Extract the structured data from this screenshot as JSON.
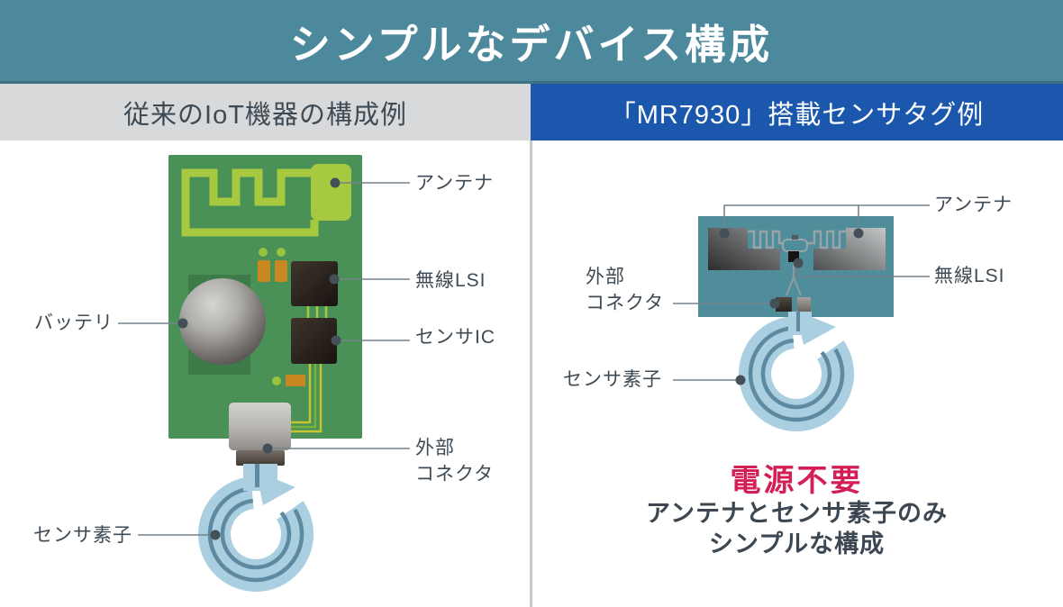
{
  "banner": {
    "title": "シンプルなデバイス構成"
  },
  "panels": {
    "left": {
      "header": "従来のIoT機器の構成例",
      "labels": {
        "antenna": "アンテナ",
        "wireless_lsi": "無線LSI",
        "sensor_ic": "センサIC",
        "battery": "バッテリ",
        "external_connector_1": "外部",
        "external_connector_2": "コネクタ",
        "sensor_element": "センサ素子"
      }
    },
    "right": {
      "header": "「MR7930」搭載センサタグ例",
      "labels": {
        "antenna": "アンテナ",
        "wireless_lsi": "無線LSI",
        "external_connector_1": "外部",
        "external_connector_2": "コネクタ",
        "sensor_element": "センサ素子"
      },
      "highlight": "電源不要",
      "caption_1": "アンテナとセンサ素子のみ",
      "caption_2": "シンプルな構成"
    }
  },
  "colors": {
    "banner_bg": "#4d899c",
    "header_left_bg": "#d8d9da",
    "header_right_bg": "#1b57ad",
    "highlight_text": "#d41f56",
    "label_text": "#3e4a54",
    "pcb_green": "#4a9158",
    "antenna_trace": "#a6c93f",
    "tag_teal": "#4f8d9b",
    "coil_blue": "#a9cfe1",
    "coil_groove": "#5d89a1"
  }
}
